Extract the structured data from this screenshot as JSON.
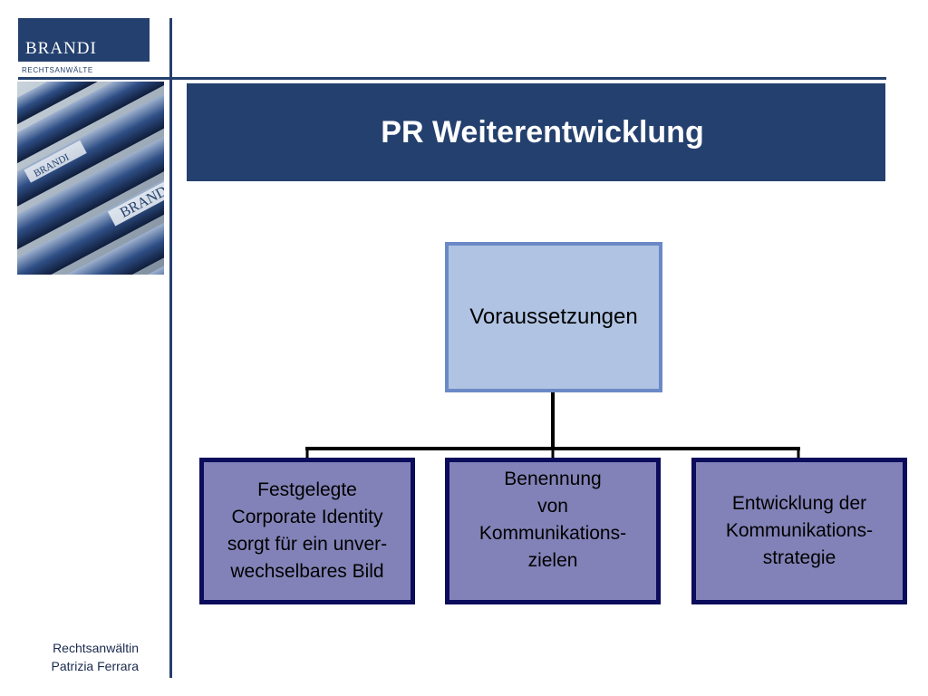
{
  "brand": {
    "name": "BRANDI",
    "subtitle": "RECHTSANWÄLTE",
    "color": "#24406e"
  },
  "photo": {
    "label_large": "BRANDI",
    "label_small": "BRANDI"
  },
  "slide": {
    "title": "PR Weiterentwicklung"
  },
  "diagram": {
    "root": {
      "label": "Voraussetzungen"
    },
    "children": [
      {
        "lines": [
          "Festgelegte",
          "Corporate Identity",
          "sorgt für ein unver-",
          "wechselbares Bild"
        ]
      },
      {
        "lines": [
          "Benennung",
          "von",
          "Kommunikations-",
          "zielen"
        ]
      },
      {
        "lines": [
          "Entwicklung der",
          "Kommunikations-",
          "strategie"
        ]
      }
    ],
    "colors": {
      "root_fill": "#b0c3e2",
      "root_border": "#6b89c7",
      "child_fill": "#8282b8",
      "child_border": "#0c0c5c"
    }
  },
  "footer": {
    "line1": "Rechtsanwältin",
    "line2": "Patrizia Ferrara"
  }
}
